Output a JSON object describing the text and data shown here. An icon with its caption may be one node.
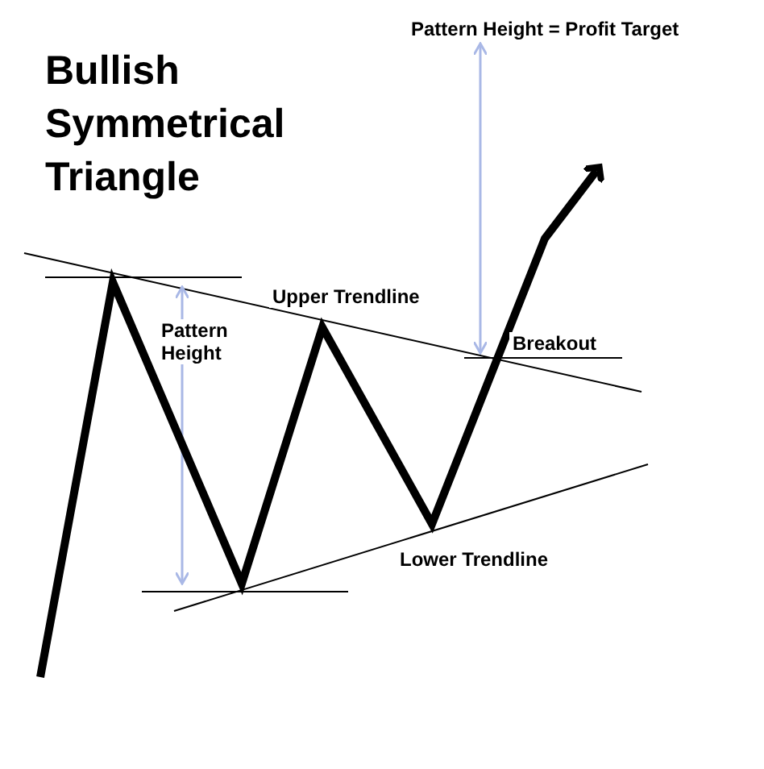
{
  "diagram": {
    "title": "Bullish Symmetrical Triangle",
    "labels": [
      "Pattern Height = Profit Target",
      "Upper Trendline",
      "Pattern Height",
      "Breakout",
      "Lower Trendline"
    ]
  }
}
